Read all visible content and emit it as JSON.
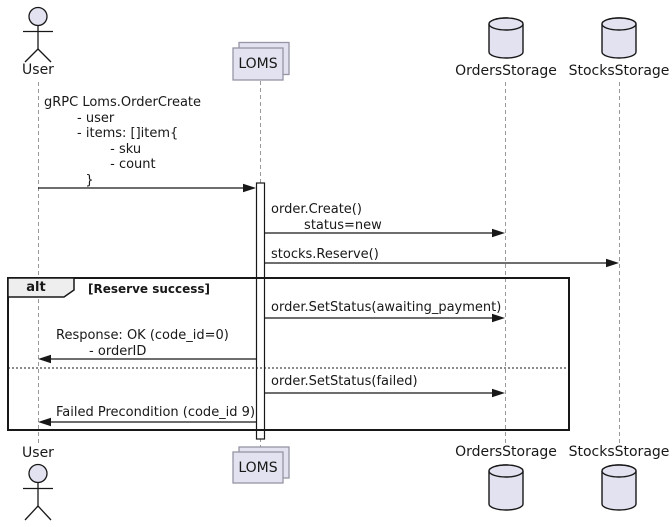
{
  "participants": {
    "user": {
      "kind": "actor",
      "label": "User"
    },
    "loms": {
      "kind": "collections",
      "label": "LOMS"
    },
    "orders_storage": {
      "kind": "database",
      "label": "OrdersStorage"
    },
    "stocks_storage": {
      "kind": "database",
      "label": "StocksStorage"
    }
  },
  "fragment": {
    "operator": "alt",
    "guard": "[Reserve success]"
  },
  "messages": {
    "order_create_request": {
      "from": "User",
      "to": "LOMS",
      "text": "gRPC Loms.OrderCreate\n        - user\n        - items: []item{\n                - sku\n                - count\n          }"
    },
    "order_create": {
      "from": "LOMS",
      "to": "OrdersStorage",
      "text": "order.Create()\n        status=new"
    },
    "stocks_reserve": {
      "from": "LOMS",
      "to": "StocksStorage",
      "text": "stocks.Reserve()"
    },
    "set_status_awaiting": {
      "from": "LOMS",
      "to": "OrdersStorage",
      "branch": "Reserve success",
      "text": "order.SetStatus(awaiting_payment)"
    },
    "response_ok": {
      "from": "LOMS",
      "to": "User",
      "branch": "Reserve success",
      "text": "Response: OK (code_id=0)\n        - orderID"
    },
    "set_status_failed": {
      "from": "LOMS",
      "to": "OrdersStorage",
      "branch": "else",
      "text": "order.SetStatus(failed)"
    },
    "failed_precondition": {
      "from": "LOMS",
      "to": "User",
      "branch": "else",
      "text": "Failed Precondition (code_id 9)"
    }
  },
  "colors": {
    "participant_fill": "#E2E2F0",
    "fragment_label_fill": "#EEEEEE",
    "line": "#181818",
    "lifeline": "#999999",
    "background": "#FFFFFF"
  }
}
